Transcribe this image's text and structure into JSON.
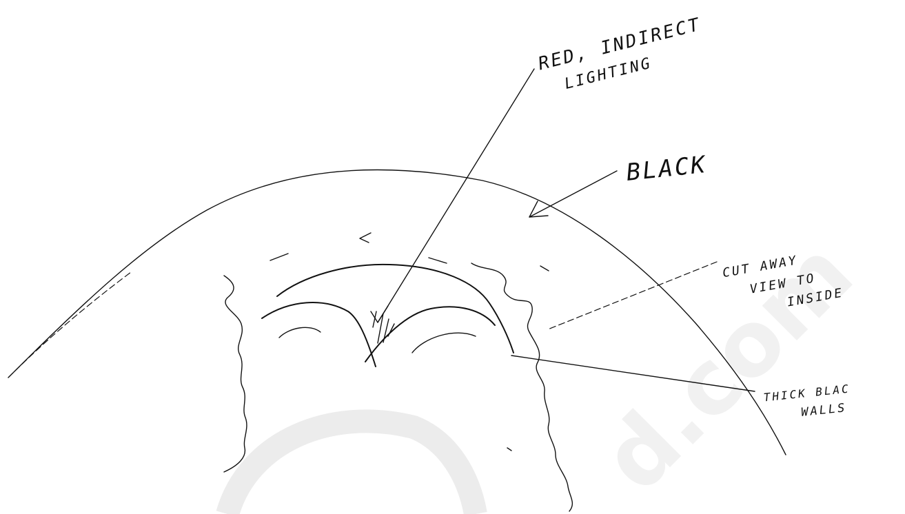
{
  "annotations": {
    "red_lighting": [
      "RED, INDIRECT",
      "LIGHTING"
    ],
    "black": [
      "BLACK"
    ],
    "cutaway": [
      "CUT AWAY",
      "VIEW TO",
      "INSIDE"
    ],
    "walls": [
      "THICK BLAC",
      "WALLS"
    ]
  },
  "watermark": {
    "text": "d.com"
  },
  "colors": {
    "ink": "#111111",
    "paper": "#ffffff",
    "watermark": "#ececec"
  }
}
